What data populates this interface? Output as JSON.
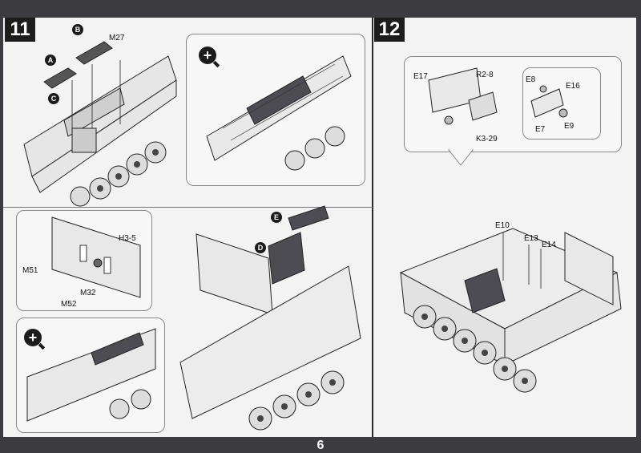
{
  "page_number": "6",
  "steps": {
    "step11": "11",
    "step12": "12"
  },
  "step11": {
    "main_labels": {
      "b": "B",
      "m27": "M27",
      "a": "A",
      "c": "C"
    },
    "detail_labels": {
      "h3_5": "H3-5",
      "m51": "M51",
      "m32": "M32",
      "m52": "M52"
    },
    "second_labels": {
      "e": "E",
      "d": "D"
    }
  },
  "step12": {
    "callout_left": {
      "e17": "E17",
      "r2_8": "R2-8",
      "k3_29": "K3-29"
    },
    "callout_right": {
      "e8": "E8",
      "e16": "E16",
      "e7": "E7",
      "e9": "E9"
    },
    "main_labels": {
      "e10": "E10",
      "e13": "E13",
      "e14": "E14"
    }
  },
  "icons": {
    "zoom": "magnifier-plus-icon"
  }
}
